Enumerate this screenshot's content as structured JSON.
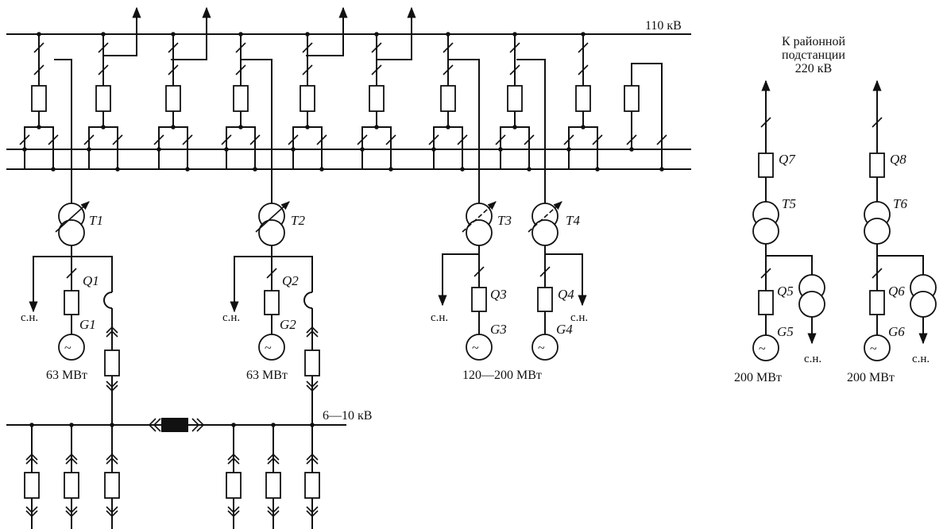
{
  "buses": {
    "hv": "110 кВ",
    "lv": "6—10 кВ"
  },
  "regional": {
    "line1": "К районной",
    "line2": "подстанции",
    "line3": "220 кВ"
  },
  "transformers": [
    "T1",
    "T2",
    "T3",
    "T4",
    "T5",
    "T6"
  ],
  "breakers": [
    "Q1",
    "Q2",
    "Q3",
    "Q4",
    "Q5",
    "Q6",
    "Q7",
    "Q8"
  ],
  "generators": [
    "G1",
    "G2",
    "G3",
    "G4",
    "G5",
    "G6"
  ],
  "aux_label": "с.н.",
  "powers": {
    "g1": "63 МВт",
    "g2": "63 МВт",
    "g34": "120—200 МВт",
    "g5": "200 МВт",
    "g6": "200 МВт"
  },
  "gen_symbol": "~"
}
